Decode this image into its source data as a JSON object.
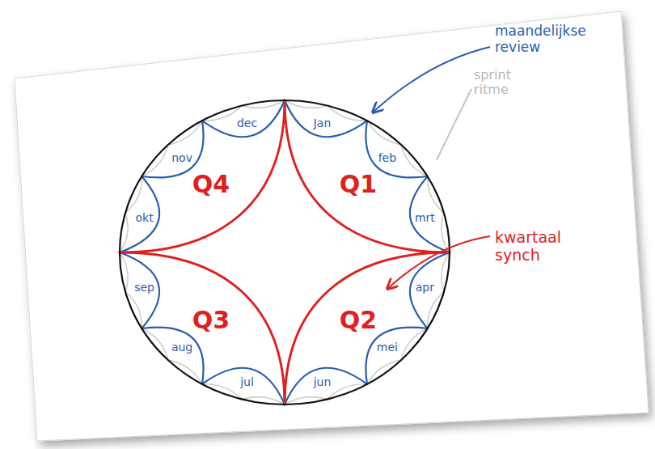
{
  "diagram": {
    "nodes": [
      {
        "text": [
          "Q1"
        ]
      },
      {
        "text": [
          "Jan"
        ]
      },
      {
        "text": [
          "feb"
        ]
      },
      {
        "text": [
          "mrt"
        ]
      },
      {
        "text": [
          "Q2"
        ]
      },
      {
        "text": [
          "apr"
        ]
      },
      {
        "text": [
          "mei"
        ]
      },
      {
        "text": [
          "jun"
        ]
      },
      {
        "text": [
          "Q3"
        ]
      },
      {
        "text": [
          "jul"
        ]
      },
      {
        "text": [
          "aug"
        ]
      },
      {
        "text": [
          "sep"
        ]
      },
      {
        "text": [
          "Q4"
        ]
      },
      {
        "text": [
          "okt"
        ]
      },
      {
        "text": [
          "nov"
        ]
      },
      {
        "text": [
          "dec"
        ]
      }
    ],
    "labels": [
      "maandelijkse review",
      "sprint ritme",
      "kwartaal synch"
    ]
  }
}
